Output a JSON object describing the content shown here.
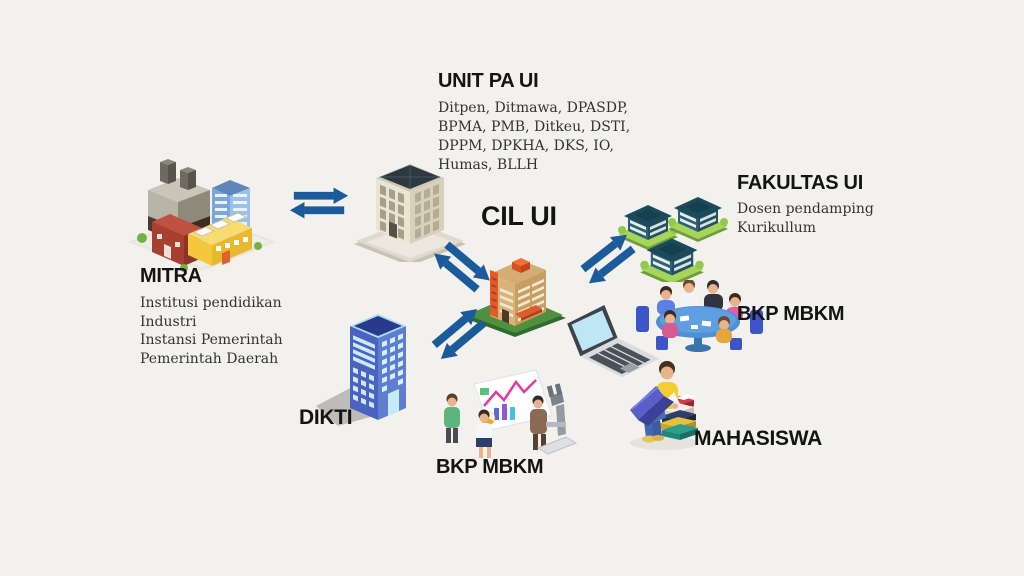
{
  "canvas": {
    "bg": "#f2f1ee",
    "arrow_color": "#1b5a9b",
    "heading_color": "#141414",
    "body_color": "#333333"
  },
  "title": {
    "label": "CIL UI"
  },
  "nodes": {
    "unit_pa": {
      "label": "UNIT PA UI",
      "description": "Ditpen, Ditmawa, DPASDP,\nBPMA, PMB, Ditkeu, DSTI,\nDPPM, DPKHA, DKS, IO,\nHumas, BLLH"
    },
    "mitra": {
      "label": "MITRA",
      "description": "Institusi pendidikan\nIndustri\nInstansi Pemerintah\nPemerintah Daerah"
    },
    "fakultas": {
      "label": "FAKULTAS UI",
      "description": "Dosen pendamping\nKurikullum"
    },
    "bkp_right": {
      "label": "BKP MBKM"
    },
    "dikti": {
      "label": "DIKTI"
    },
    "bkp_bottom": {
      "label": "BKP MBKM"
    },
    "mahasiswa": {
      "label": "MAHASISWA"
    }
  },
  "icons": {
    "mitra": "industrial-campus-buildings",
    "unit_pa": "office-tower-building",
    "cil": "campus-center-building",
    "dikti": "blue-office-tower",
    "fakultas": "faculty-buildings-cluster",
    "laptop": "laptop",
    "bkp_right": "meeting-round-table-people",
    "bkp_bottom": "people-presenting-charts-microscope",
    "mahasiswa": "student-on-books-with-laptop"
  }
}
